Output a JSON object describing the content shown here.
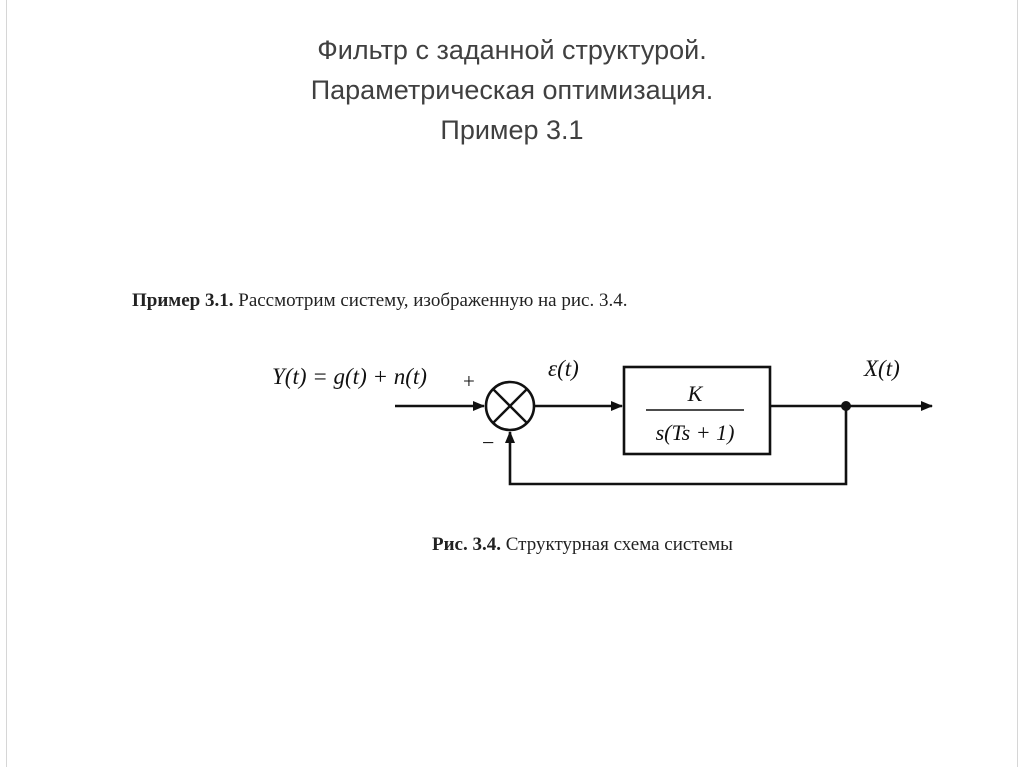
{
  "slide": {
    "title_lines": [
      "Фильтр с заданной структурой.",
      "Параметрическая оптимизация.",
      "Пример 3.1"
    ]
  },
  "intro": {
    "bold": "Пример 3.1.",
    "text": " Рассмотрим систему, изображенную на рис. 3.4."
  },
  "diagram": {
    "input_label": "Y(t) = g(t) + n(t)",
    "plus_sign": "+",
    "minus_sign": "−",
    "error_label": "ε(t)",
    "block_numerator": "K",
    "block_denominator": "s(Ts + 1)",
    "output_label": "X(t)"
  },
  "caption": {
    "bold": "Рис. 3.4.",
    "text": " Структурная схема системы"
  }
}
